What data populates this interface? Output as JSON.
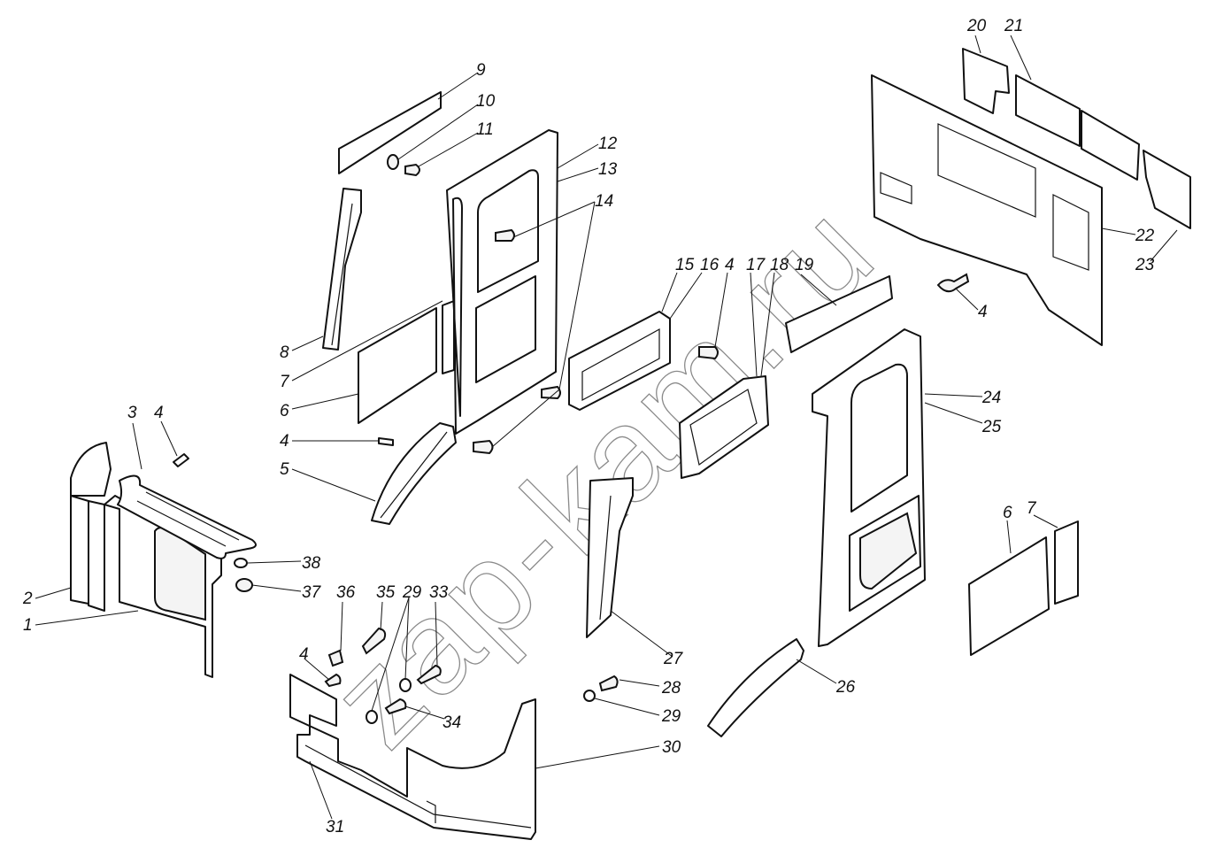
{
  "diagram": {
    "type": "exploded-parts-diagram",
    "subject": "cab interior trim panels",
    "watermark": "zap-kam.ru",
    "line_color": "#111111",
    "watermark_color": "#8a8a8a",
    "background": "#ffffff"
  },
  "parts": [
    {
      "id": "p1",
      "name": "panel-1-lower-left-bracket"
    },
    {
      "id": "p2",
      "name": "panel-2-left-pillar-trim"
    },
    {
      "id": "p3",
      "name": "panel-3-top-bracket-plate"
    },
    {
      "id": "p4",
      "name": "screw-4"
    },
    {
      "id": "p5",
      "name": "curved-trim-5"
    },
    {
      "id": "p6",
      "name": "insulation-pad-6"
    },
    {
      "id": "p7",
      "name": "insulation-strip-7"
    },
    {
      "id": "p8",
      "name": "pillar-trim-8"
    },
    {
      "id": "p9",
      "name": "upper-trim-strip-9"
    },
    {
      "id": "p10",
      "name": "washer-10"
    },
    {
      "id": "p11",
      "name": "clip-11"
    },
    {
      "id": "p12",
      "name": "left-door-panel-12-13"
    },
    {
      "id": "p14",
      "name": "clips-14"
    },
    {
      "id": "p15",
      "name": "armrest-pocket-15-16"
    },
    {
      "id": "p17",
      "name": "armrest-pocket-17-18"
    },
    {
      "id": "p19",
      "name": "upper-trim-strip-19"
    },
    {
      "id": "p20",
      "name": "rear-insulation-20"
    },
    {
      "id": "p21",
      "name": "rear-insulation-21"
    },
    {
      "id": "p22",
      "name": "rear-wall-panel-22"
    },
    {
      "id": "p23",
      "name": "rear-insulation-23"
    },
    {
      "id": "p24",
      "name": "right-door-panel-24-25"
    },
    {
      "id": "p26",
      "name": "curved-trim-26"
    },
    {
      "id": "p27",
      "name": "pillar-trim-27"
    },
    {
      "id": "p28",
      "name": "screw-28"
    },
    {
      "id": "p30",
      "name": "lower-cover-panel-30"
    }
  ],
  "callouts": [
    {
      "label": "1"
    },
    {
      "label": "2"
    },
    {
      "label": "3"
    },
    {
      "label": "4"
    },
    {
      "label": "38"
    },
    {
      "label": "37"
    },
    {
      "label": "4"
    },
    {
      "label": "5"
    },
    {
      "label": "6"
    },
    {
      "label": "7"
    },
    {
      "label": "8"
    },
    {
      "label": "9"
    },
    {
      "label": "10"
    },
    {
      "label": "11"
    },
    {
      "label": "12"
    },
    {
      "label": "13"
    },
    {
      "label": "14"
    },
    {
      "label": "15"
    },
    {
      "label": "16"
    },
    {
      "label": "4"
    },
    {
      "label": "17"
    },
    {
      "label": "18"
    },
    {
      "label": "19"
    },
    {
      "label": "20"
    },
    {
      "label": "21"
    },
    {
      "label": "22"
    },
    {
      "label": "23"
    },
    {
      "label": "4"
    },
    {
      "label": "24"
    },
    {
      "label": "25"
    },
    {
      "label": "6"
    },
    {
      "label": "7"
    },
    {
      "label": "26"
    },
    {
      "label": "27"
    },
    {
      "label": "28"
    },
    {
      "label": "29"
    },
    {
      "label": "30"
    },
    {
      "label": "36"
    },
    {
      "label": "35"
    },
    {
      "label": "29"
    },
    {
      "label": "33"
    },
    {
      "label": "4"
    },
    {
      "label": "34"
    },
    {
      "label": "31"
    }
  ]
}
